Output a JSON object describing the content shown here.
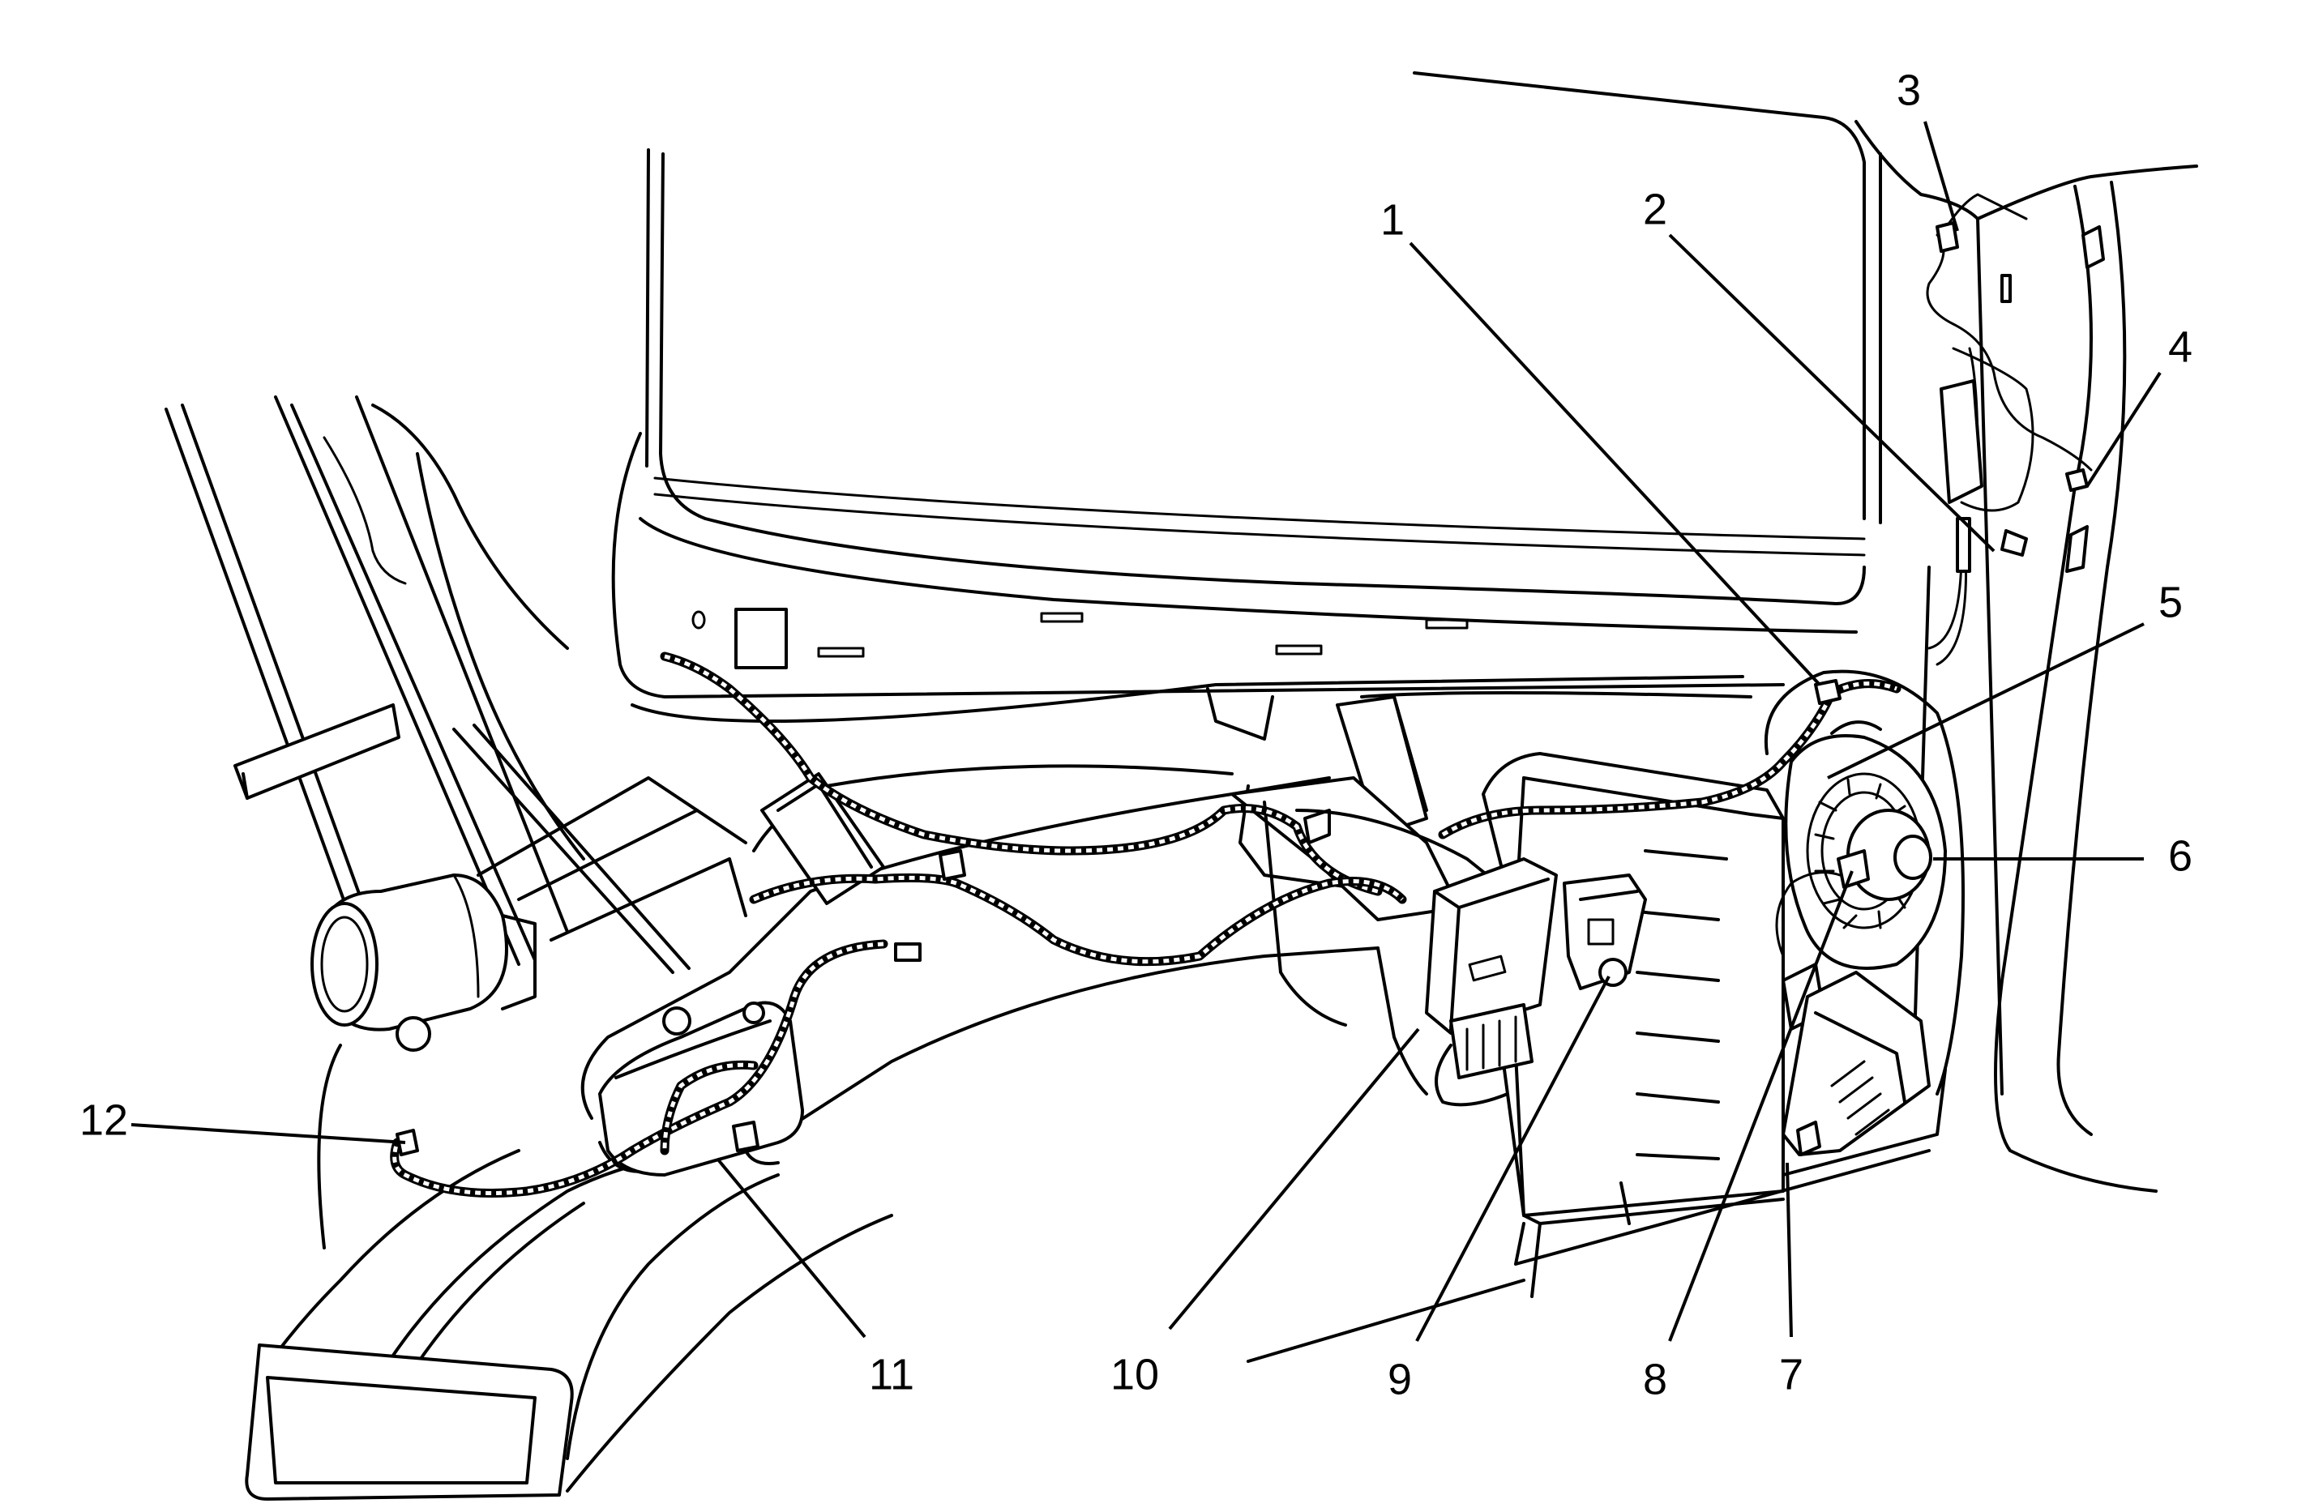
{
  "callouts": [
    {
      "num": "1",
      "tx": 0.7,
      "ty": 0.7
    },
    {
      "num": "2",
      "tx": 0.8,
      "ty": 0.7
    },
    {
      "num": "3",
      "tx": 0.9,
      "ty": 0.8
    },
    {
      "num": "4",
      "tx": 0.9,
      "ty": 0.9
    },
    {
      "num": "5",
      "tx": 0.8,
      "ty": 0.75
    },
    {
      "num": "6",
      "tx": 0.75,
      "ty": 0.9
    },
    {
      "num": "7",
      "tx": 0.85,
      "ty": 0.8
    },
    {
      "num": "8",
      "tx": 0.8,
      "ty": 0.8
    },
    {
      "num": "9",
      "tx": 0.95,
      "ty": 0.75
    },
    {
      "num": "10",
      "tx": 0.95,
      "ty": 0.7
    },
    {
      "num": "11",
      "tx": 0.7,
      "ty": 0.9
    },
    {
      "num": "12",
      "tx": 0.85,
      "ty": 0.7
    }
  ]
}
